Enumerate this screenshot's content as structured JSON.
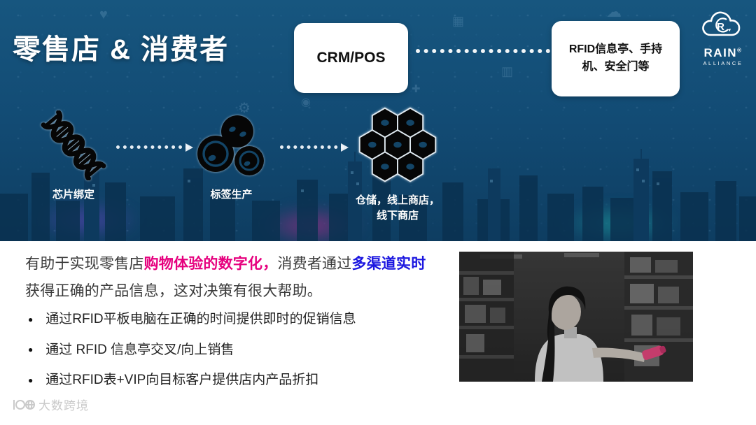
{
  "colors": {
    "hero_bg": "#124b74",
    "magenta": "#e6007e",
    "blue": "#1b16e0",
    "box_bg": "#ffffff"
  },
  "hero": {
    "title": "零售店 & 消费者",
    "crm_box_label": "CRM/POS",
    "rfid_box_label": "RFID信息亭、手持机、安全门等",
    "logo": {
      "name": "RAIN",
      "registered": "®",
      "sub": "ALLIANCE"
    },
    "flow": {
      "steps": [
        {
          "label": "芯片绑定",
          "icon": "dna-chip-icon"
        },
        {
          "label": "标签生产",
          "icon": "rfid-tags-icon"
        },
        {
          "label": "仓储，线上商店，\n线下商店",
          "icon": "honeycomb-icon"
        }
      ]
    }
  },
  "body": {
    "paragraph": {
      "segments": [
        {
          "text": "有助于实现零售店",
          "style": "normal"
        },
        {
          "text": "购物体验的数字化，",
          "style": "magenta"
        },
        {
          "text": "消费者通过",
          "style": "normal"
        },
        {
          "text": "多渠道实时",
          "style": "blue"
        },
        {
          "text": "获得正确的产品信息，这对决策有很大帮助。",
          "style": "normal"
        }
      ]
    },
    "bullets": [
      "通过RFID平板电脑在正确的时间提供即时的促销信息",
      "通过 RFID 信息亭交叉/向上销售",
      "通过RFID表+VIP向目标客户提供店内产品折扣"
    ]
  },
  "footer": {
    "watermark": "大数跨境"
  }
}
